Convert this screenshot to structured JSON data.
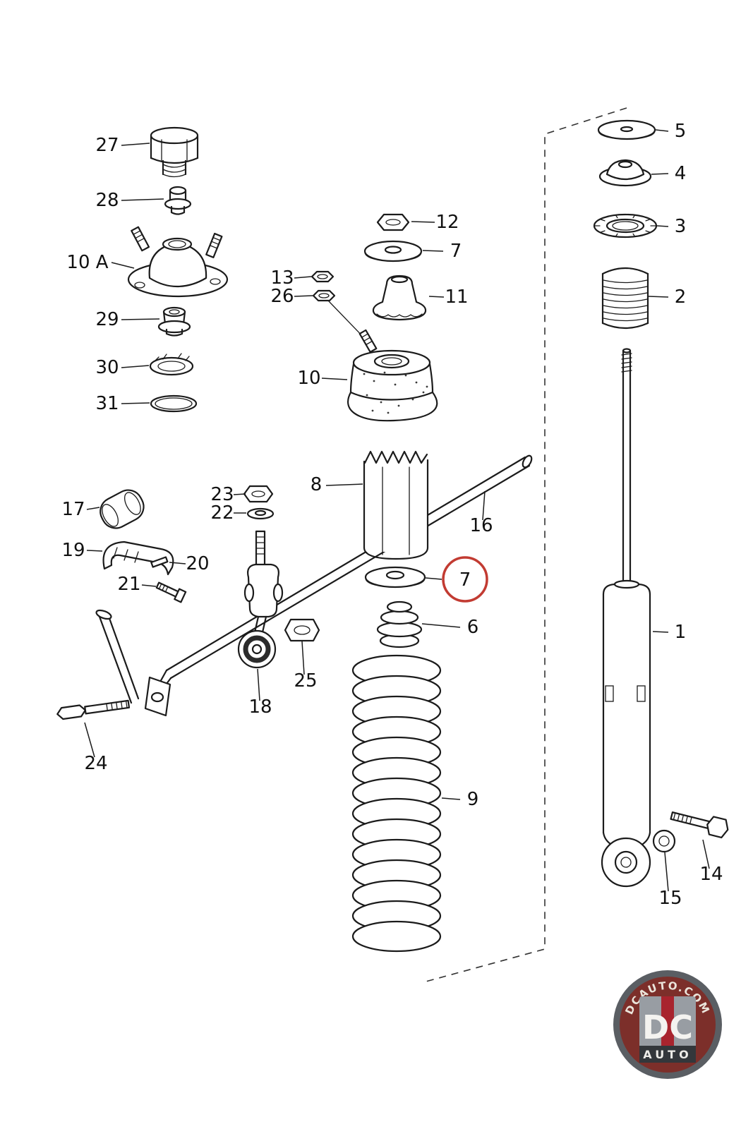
{
  "labels": {
    "p27": "27",
    "p28": "28",
    "p10a": "10 A",
    "p29": "29",
    "p30": "30",
    "p31": "31",
    "p12": "12",
    "p7_top": "7",
    "p13": "13",
    "p26": "26",
    "p11": "11",
    "p10": "10",
    "p8": "8",
    "p16": "16",
    "p7_circled": "7",
    "p6": "6",
    "p9": "9",
    "p17": "17",
    "p19": "19",
    "p20": "20",
    "p21": "21",
    "p23": "23",
    "p22": "22",
    "p18": "18",
    "p25": "25",
    "p24": "24",
    "p5": "5",
    "p4": "4",
    "p3": "3",
    "p2": "2",
    "p1": "1",
    "p15": "15",
    "p14": "14"
  },
  "highlight": {
    "part_label": "7",
    "color": "#c23b32"
  },
  "colors": {
    "line": "#1b1b1b",
    "background": "#ffffff",
    "logo_ring": "#5a5e63",
    "logo_field": "#7c2f2a",
    "logo_stripe": "#a8242e",
    "logo_shield": "#989da3",
    "logo_band": "#33373b"
  },
  "logo": {
    "domain": "DCAUTO.COM",
    "monogram": "DC",
    "word": "AUTO"
  }
}
